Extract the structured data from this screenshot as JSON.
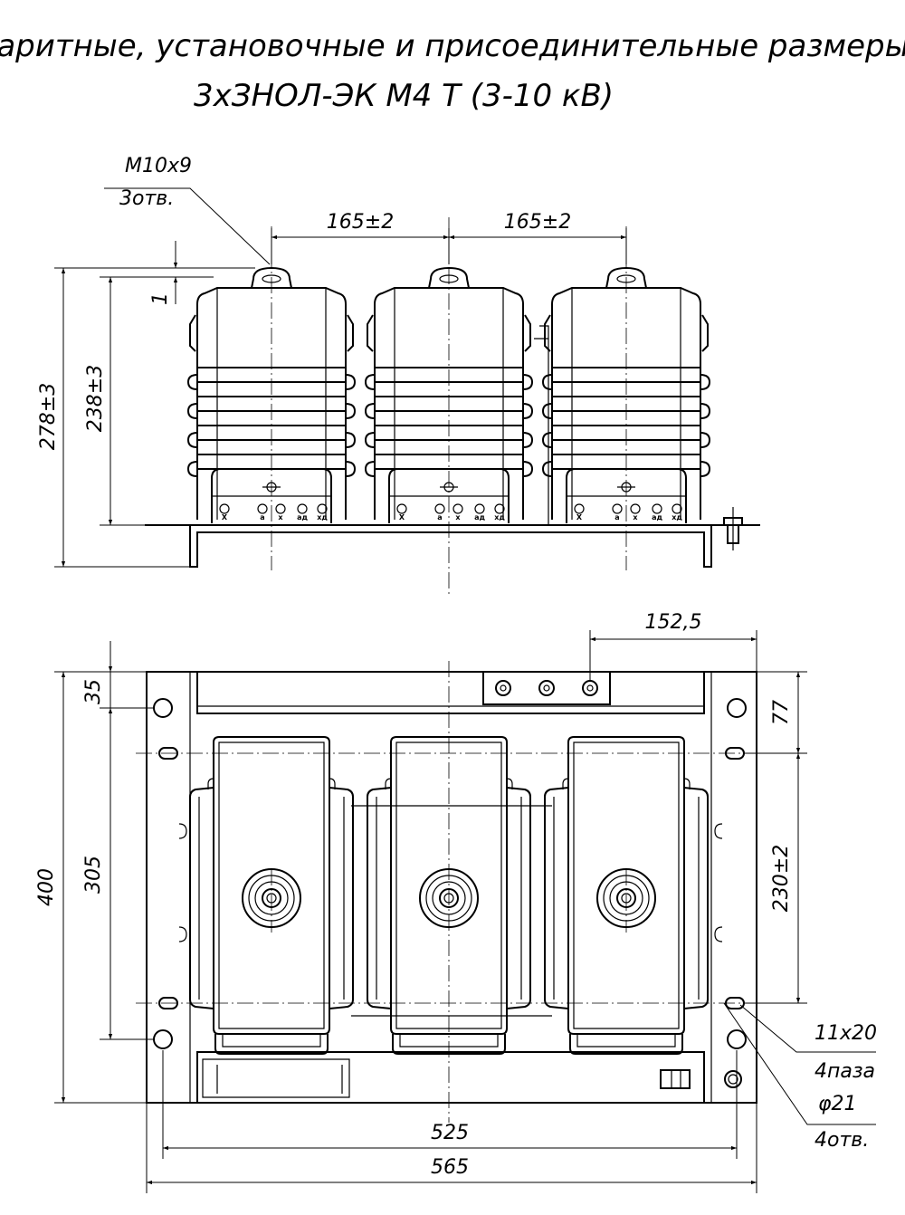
{
  "title": {
    "line1": "Габаритные, установочные и присоединительные размеры",
    "line2": "3хЗНОЛ-ЭК М4  Т (3-10 кВ)"
  },
  "front_view": {
    "callout_thread": "М10х9",
    "callout_holes": "3отв.",
    "dim_spacing_left": "165±2",
    "dim_spacing_right": "165±2",
    "dim_step": "1",
    "dim_height_total": "278±3",
    "dim_height_body": "238±3",
    "terminal_labels": [
      "X",
      "a",
      "x",
      "aд",
      "xд"
    ]
  },
  "top_view": {
    "dim_offset": "152,5",
    "dim_top_margin": "35",
    "dim_right_top": "77",
    "dim_left_inner": "305",
    "dim_left_total": "400",
    "dim_right_slots": "230±2",
    "callout_slot_size": "11х20",
    "callout_slot_count": "4паза",
    "callout_hole_dia": "φ21",
    "callout_hole_count": "4отв.",
    "dim_width_inner": "525",
    "dim_width_total": "565"
  }
}
